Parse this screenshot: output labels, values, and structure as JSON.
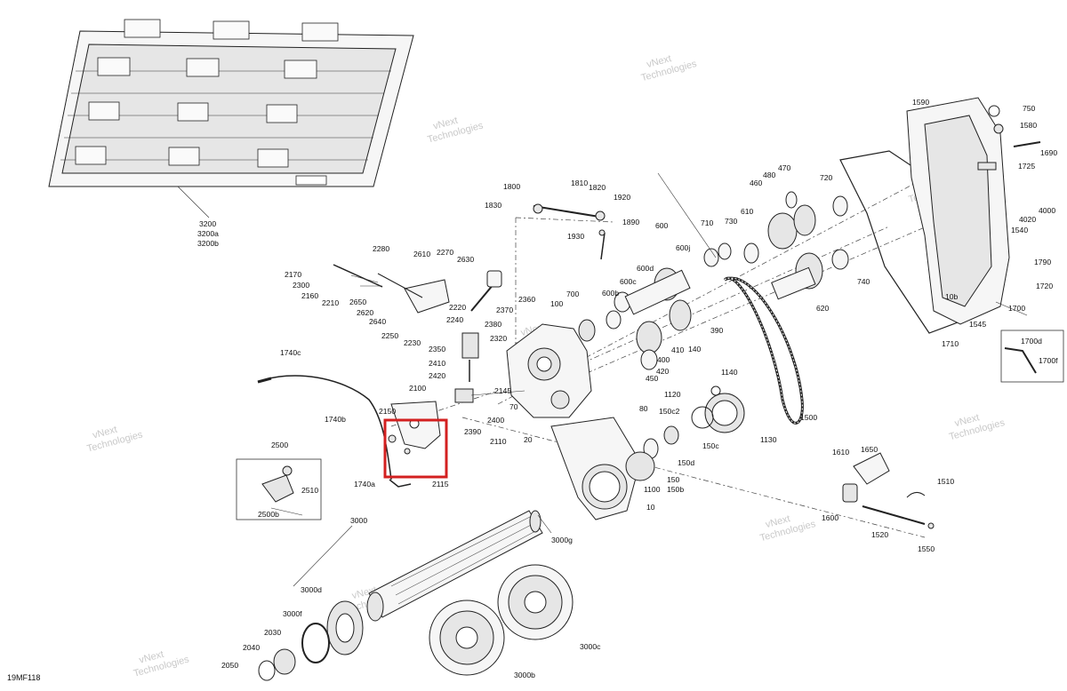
{
  "diagram_code": "19MF118",
  "highlight_color": "#d32020",
  "watermark": {
    "line1": "vNext",
    "line2": "Technologies"
  },
  "callouts": {
    "c3200": "3200",
    "c3200a": "3200a",
    "c3200b": "3200b",
    "c1800": "1800",
    "c1810": "1810",
    "c1820": "1820",
    "c1830": "1830",
    "c1920": "1920",
    "c1890": "1890",
    "c1930": "1930",
    "c1590": "1590",
    "c750": "750",
    "c1580": "1580",
    "c1690": "1690",
    "c1725": "1725",
    "c4000": "4000",
    "c4020": "4020",
    "c1540": "1540",
    "c1790": "1790",
    "c1720": "1720",
    "c1700": "1700",
    "c1545": "1545",
    "c1710": "1710",
    "c10b": "10b",
    "c1700d": "1700d",
    "c1700f": "1700f",
    "c470": "470",
    "c480": "480",
    "c460": "460",
    "c720": "720",
    "c730": "730",
    "c610": "610",
    "c710": "710",
    "c600": "600",
    "c600j": "600j",
    "c600d": "600d",
    "c600b": "600b",
    "c600c": "600c",
    "c700": "700",
    "c100": "100",
    "c740": "740",
    "c620": "620",
    "c390": "390",
    "c140": "140",
    "c410": "410",
    "c400": "400",
    "c420": "420",
    "c450": "450",
    "c2280": "2280",
    "c2610": "2610",
    "c2270": "2270",
    "c2630": "2630",
    "c2170": "2170",
    "c2300": "2300",
    "c2160": "2160",
    "c2210": "2210",
    "c2650": "2650",
    "c2620": "2620",
    "c2220": "2220",
    "c2640": "2640",
    "c2240": "2240",
    "c2250": "2250",
    "c2230": "2230",
    "c2360": "2360",
    "c2370": "2370",
    "c2380": "2380",
    "c2320": "2320",
    "c2350": "2350",
    "c2410": "2410",
    "c2420": "2420",
    "c1740c": "1740c",
    "c1740b": "1740b",
    "c1740a": "1740a",
    "c2100": "2100",
    "c2150": "2150",
    "c2115": "2115",
    "c2145": "2145",
    "c2400": "2400",
    "c2390": "2390",
    "c2110": "2110",
    "c70": "70",
    "c20": "20",
    "c80": "80",
    "c1140": "1140",
    "c1120": "1120",
    "c150c2": "150c2",
    "c1130": "1130",
    "c1500": "1500",
    "c150c": "150c",
    "c150d": "150d",
    "c150": "150",
    "c150b": "150b",
    "c1100": "1100",
    "c10": "10",
    "c2500": "2500",
    "c2510": "2510",
    "c2500b": "2500b",
    "c3000": "3000",
    "c3000g": "3000g",
    "c3000d": "3000d",
    "c3000f": "3000f",
    "c3000c": "3000c",
    "c3000b": "3000b",
    "c2030": "2030",
    "c2040": "2040",
    "c2050": "2050",
    "c1610": "1610",
    "c1650": "1650",
    "c1510": "1510",
    "c1600": "1600",
    "c1520": "1520",
    "c1550": "1550"
  }
}
